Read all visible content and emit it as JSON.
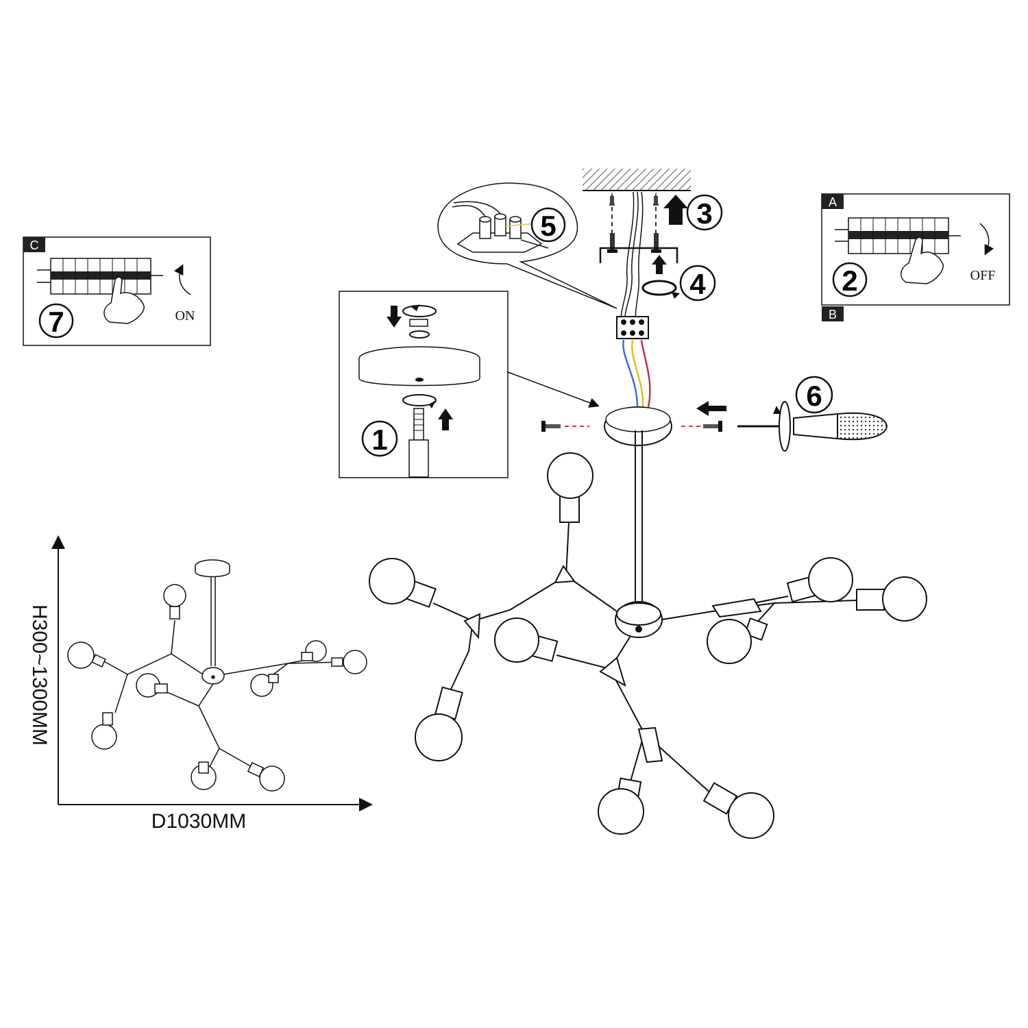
{
  "steps": {
    "one": "1",
    "two": "2",
    "three": "3",
    "four": "4",
    "five": "5",
    "six": "6",
    "seven": "7"
  },
  "panels": {
    "breaker_off": {
      "tag_top": "A",
      "tag_bottom": "B",
      "word": "OFF"
    },
    "breaker_on": {
      "tag_top": "C",
      "word": "ON"
    }
  },
  "dimensions": {
    "height": "H300~1300MM",
    "diameter": "D1030MM"
  },
  "wire_colors": [
    "#3b6fd1",
    "#e0c21a",
    "#c0314a"
  ],
  "icons": [
    "circuit-breaker-icon",
    "hand-icon",
    "screwdriver-icon",
    "screw-icon",
    "terminal-block-icon",
    "ceiling-hatch-icon"
  ]
}
